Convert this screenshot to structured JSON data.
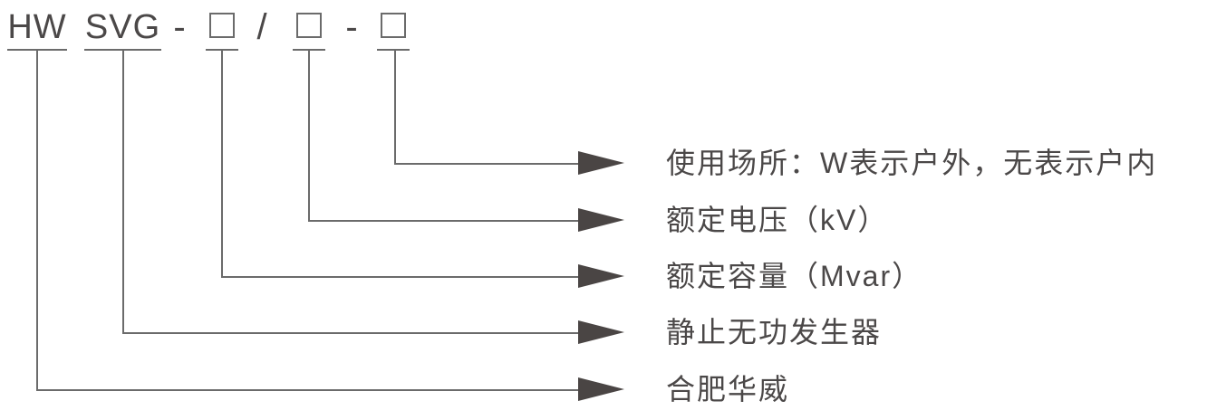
{
  "code": {
    "prefix": "HW",
    "type": "SVG",
    "dash1": "-",
    "slash": "/",
    "dash2": "-",
    "box_placeholder": "□"
  },
  "rows": [
    {
      "label": "使用场所：W表示户外，无表示户内"
    },
    {
      "label": "额定电压（kV）"
    },
    {
      "label": "额定容量（Mvar）"
    },
    {
      "label": "静止无功发生器"
    },
    {
      "label": "合肥华威"
    }
  ],
  "colors": {
    "bg": "#ffffff",
    "text": "#4b4848",
    "line": "#6b6b6b",
    "arrow": "#4a4544"
  }
}
